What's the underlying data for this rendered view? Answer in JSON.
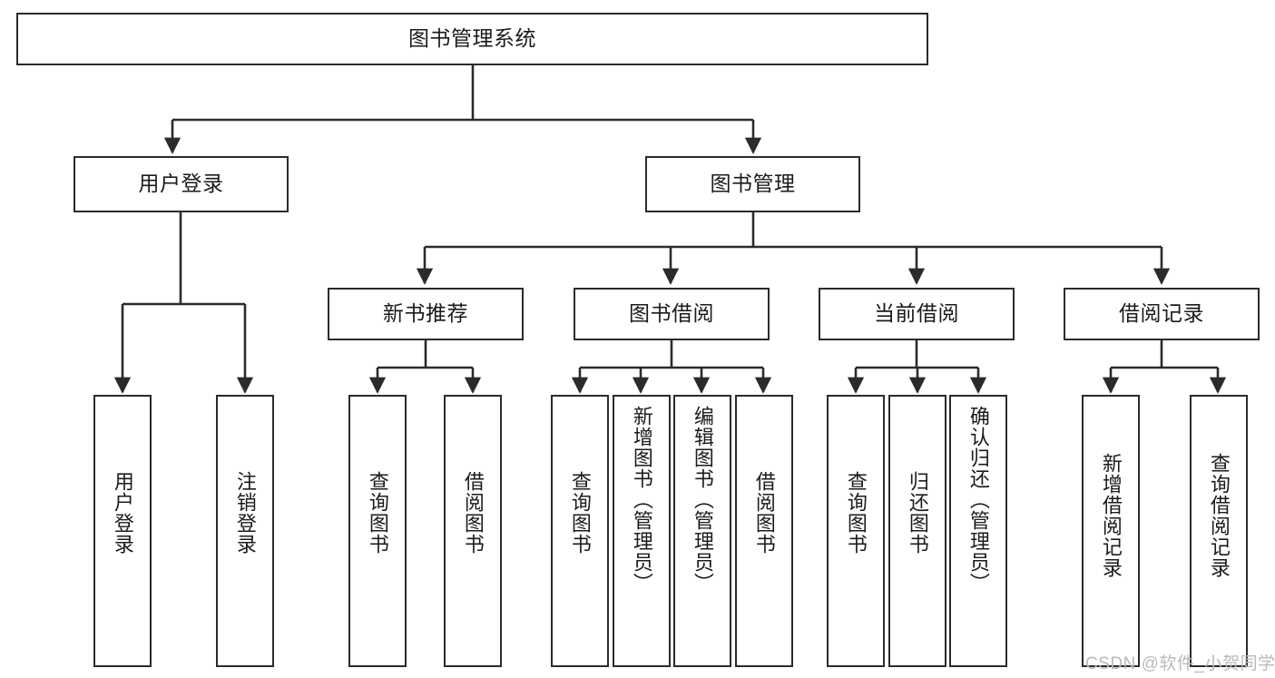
{
  "diagram": {
    "title": "图书管理系统",
    "type": "tree",
    "root": {
      "id": "root",
      "label": "图书管理系统"
    },
    "level1": [
      {
        "id": "user-login",
        "label": "用户登录"
      },
      {
        "id": "book-management",
        "label": "图书管理"
      }
    ],
    "level2": [
      {
        "id": "new-book-recommend",
        "label": "新书推荐",
        "parent": "book-management"
      },
      {
        "id": "book-borrow",
        "label": "图书借阅",
        "parent": "book-management"
      },
      {
        "id": "current-borrow",
        "label": "当前借阅",
        "parent": "book-management"
      },
      {
        "id": "borrow-record",
        "label": "借阅记录",
        "parent": "book-management"
      }
    ],
    "leaves": {
      "user_login": [
        {
          "id": "leaf-user-login",
          "label": "用户登录"
        },
        {
          "id": "leaf-logout-login",
          "label": "注销登录"
        }
      ],
      "new_book_recommend": [
        {
          "id": "leaf-query-book-1",
          "label": "查询图书"
        },
        {
          "id": "leaf-borrow-book-1",
          "label": "借阅图书"
        }
      ],
      "book_borrow": [
        {
          "id": "leaf-query-book-2",
          "label": "查询图书"
        },
        {
          "id": "leaf-add-book",
          "label": "新增图书（管理员）"
        },
        {
          "id": "leaf-edit-book",
          "label": "编辑图书（管理员）"
        },
        {
          "id": "leaf-borrow-book-2",
          "label": "借阅图书"
        }
      ],
      "current_borrow": [
        {
          "id": "leaf-query-book-3",
          "label": "查询图书"
        },
        {
          "id": "leaf-return-book",
          "label": "归还图书"
        },
        {
          "id": "leaf-confirm-return",
          "label": "确认归还（管理员）"
        }
      ],
      "borrow_record": [
        {
          "id": "leaf-add-borrow-record",
          "label": "新增借阅记录"
        },
        {
          "id": "leaf-query-borrow-record",
          "label": "查询借阅记录"
        }
      ]
    },
    "colors": {
      "stroke": "#2b2b2b",
      "fill": "#ffffff",
      "text": "#1b1b1b",
      "watermark": "#b9b9b9"
    }
  },
  "watermark": {
    "text": "CSDN @软件_小贺同学"
  }
}
